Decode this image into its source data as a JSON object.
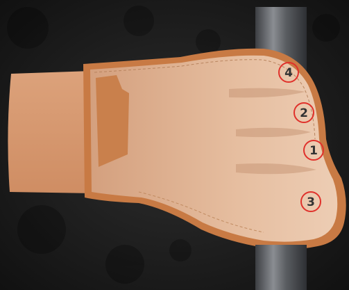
{
  "scene": {
    "subject": "gloved-hand-gripping-bar",
    "colors": {
      "background": "#1a1a1a",
      "bar": "#5a5d61",
      "glove_outline": "#c87a44",
      "glove_fill": "#e2b899",
      "cuff": "#d89a72",
      "palm_pad": "#c9804c",
      "marker_ring": "#e0312b"
    }
  },
  "markers": [
    {
      "label": "4"
    },
    {
      "label": "2"
    },
    {
      "label": "1"
    },
    {
      "label": "3"
    }
  ]
}
